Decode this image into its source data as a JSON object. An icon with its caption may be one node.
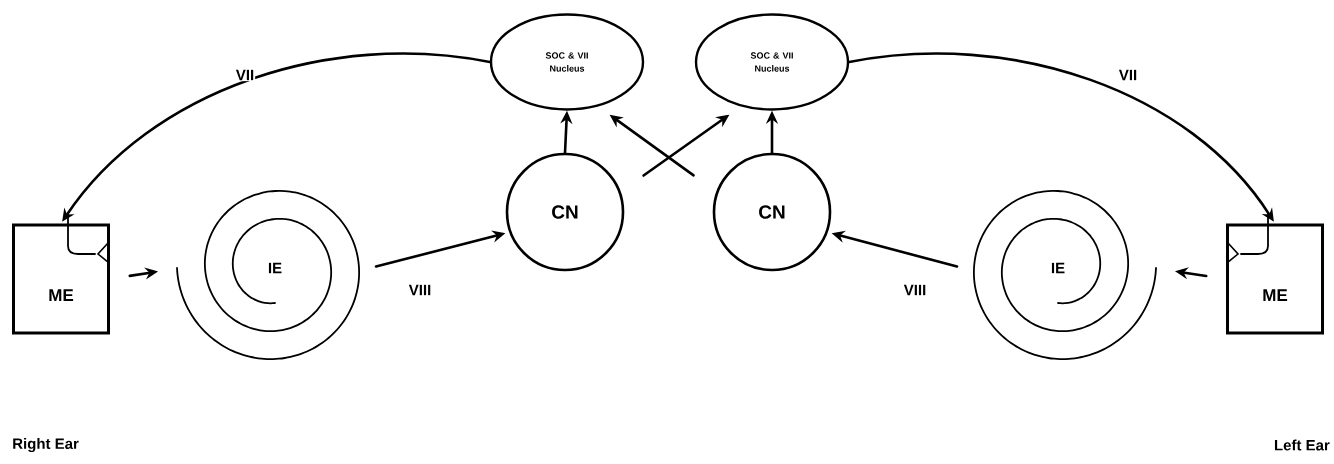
{
  "diagram": {
    "nodes": [
      {
        "text": [
          "SOC & VII Nucleus"
        ]
      },
      {
        "text": [
          "SOC & VII Nucleus"
        ]
      },
      {
        "text": [
          "ME"
        ]
      },
      {
        "text": [
          "IE"
        ]
      },
      {
        "text": [
          "CN"
        ]
      },
      {
        "text": [
          "CN"
        ]
      },
      {
        "text": [
          "IE"
        ]
      },
      {
        "text": [
          "ME"
        ]
      }
    ],
    "edges": [
      {
        "from": 0,
        "to": 2,
        "arrow": "to",
        "label": "VII"
      },
      {
        "from": 2,
        "to": 3,
        "arrow": "to"
      },
      {
        "from": 3,
        "to": 4,
        "arrow": "to",
        "label": "VIII"
      },
      {
        "from": 4,
        "to": 0,
        "arrow": "to"
      },
      {
        "from": 4,
        "to": 1,
        "arrow": "to"
      },
      {
        "from": 5,
        "to": 0,
        "arrow": "to"
      },
      {
        "from": 5,
        "to": 1,
        "arrow": "to"
      },
      {
        "from": 6,
        "to": 5,
        "arrow": "to",
        "label": "VIII"
      },
      {
        "from": 7,
        "to": 6,
        "arrow": "to"
      },
      {
        "from": 1,
        "to": 7,
        "arrow": "to",
        "label": "VII"
      }
    ],
    "labels": [
      "Right Ear",
      "Left Ear"
    ]
  }
}
